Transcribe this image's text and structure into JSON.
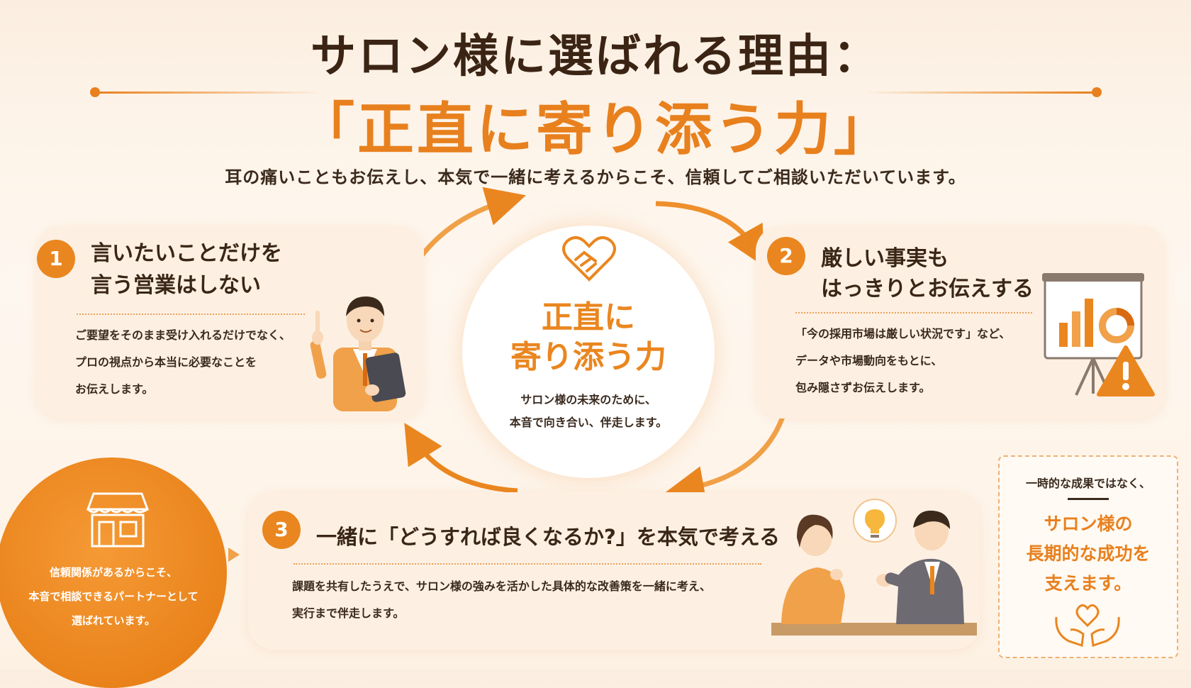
{
  "header": {
    "title": "サロン様に選ばれる理由：",
    "headline": "「正直に寄り添う力」",
    "subtitle": "耳の痛いこともお伝えし、本気で一緒に考えるからこそ、信頼してご相談いただいています。"
  },
  "center": {
    "title_line1": "正直に",
    "title_line2": "寄り添う力",
    "desc_line1": "サロン様の未来のために、",
    "desc_line2": "本音で向き合い、伴走します。"
  },
  "points": [
    {
      "number": "1",
      "title_line1": "言いたいことだけを",
      "title_line2": "言う営業はしない",
      "body": [
        "ご要望をそのまま受け入れるだけでなく、",
        "プロの視点から本当に必要なことを",
        "お伝えします。"
      ]
    },
    {
      "number": "2",
      "title_line1": "厳しい事実も",
      "title_line2": "はっきりとお伝えする",
      "body": [
        "「今の採用市場は厳しい状況です」など、",
        "データや市場動向をもとに、",
        "包み隠さずお伝えします。"
      ]
    },
    {
      "number": "3",
      "title_line1": "一緒に「どうすれば良くなるか?」を本気で考える",
      "body": [
        "課題を共有したうえで、サロン様の強みを活かした具体的な改善策を一緒に考え、",
        "実行まで伴走します。"
      ]
    }
  ],
  "trust": {
    "lines": [
      "信頼関係があるからこそ、",
      "本音で相談できるパートナーとして",
      "選ばれています。"
    ]
  },
  "longterm": {
    "small": "一時的な成果ではなく、",
    "big": [
      "サロン様の",
      "長期的な成功を",
      "支えます。"
    ]
  },
  "colors": {
    "accent": "#e8801e",
    "dark_text": "#3b2414",
    "card_bg": "#fdf0e2"
  },
  "icons": [
    "handshake-heart-icon",
    "shop-icon",
    "presentation-chart-icon",
    "warning-icon",
    "lightbulb-icon",
    "hands-heart-icon"
  ]
}
